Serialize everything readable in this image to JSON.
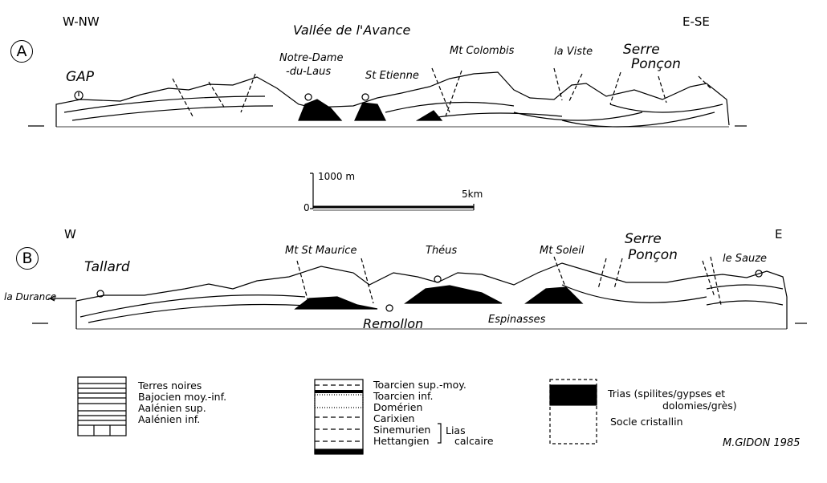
{
  "section_a": {
    "marker": "A",
    "west_label": "W-NW",
    "east_label": "E-SE",
    "places": {
      "gap": "GAP",
      "vallee": "Vallée de l'Avance",
      "notre_dame_1": "Notre-Dame",
      "notre_dame_2": "-du-Laus",
      "st_etienne": "St Etienne",
      "mt_colombis": "Mt Colombis",
      "la_viste": "la Viste",
      "serre_poncon_1": "Serre",
      "serre_poncon_2": "Ponçon"
    }
  },
  "scale": {
    "vertical": "1000 m",
    "zero": "0",
    "horizontal": "5km"
  },
  "section_b": {
    "marker": "B",
    "west_label": "W",
    "east_label": "E",
    "places": {
      "tallard": "Tallard",
      "la_durance": "la Durance",
      "mt_st_maurice": "Mt St Maurice",
      "theus": "Théus",
      "mt_soleil": "Mt Soleil",
      "serre_poncon_1": "Serre",
      "serre_poncon_2": "Ponçon",
      "le_sauze": "le Sauze",
      "remollon": "Remollon",
      "espinasses": "Espinasses"
    }
  },
  "legend": {
    "group1": [
      "Terres noires",
      "Bajocien moy.-inf.",
      "Aalénien sup.",
      "Aalénien inf."
    ],
    "group2": [
      "Toarcien sup.-moy.",
      "Toarcien inf.",
      "Domérien",
      "Carixien",
      "Sinemurien",
      "Hettangien"
    ],
    "group2_bracket_1": "Lias",
    "group2_bracket_2": "calcaire",
    "group3_1": "Trias (spilites/gypses et",
    "group3_2": "dolomies/grès)",
    "group3_3": "Socle cristallin"
  },
  "credit": "M.GIDON 1985"
}
